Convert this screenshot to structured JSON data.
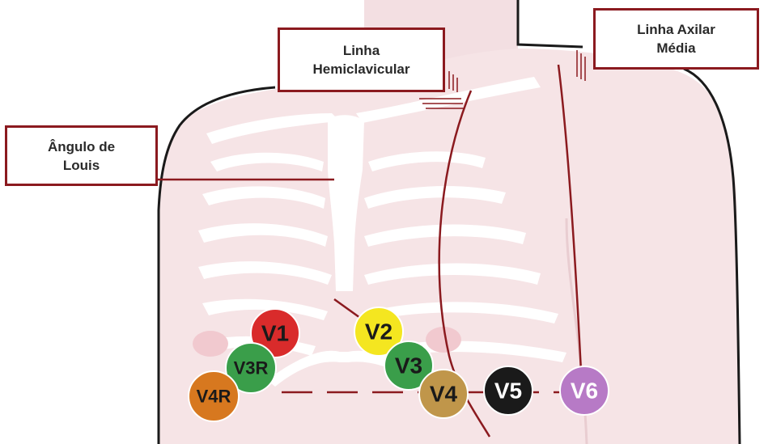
{
  "labels": {
    "hemiclavicular": {
      "line1": "Linha",
      "line2": "Hemiclavicular"
    },
    "axilar": {
      "line1": "Linha Axilar",
      "line2": "Média"
    },
    "louis": {
      "line1": "Ângulo de",
      "line2": "Louis"
    }
  },
  "electrodes": [
    {
      "id": "V1",
      "label": "V1",
      "color": "#d92b2b",
      "text_color": "#1a1a1a"
    },
    {
      "id": "V2",
      "label": "V2",
      "color": "#f4e620",
      "text_color": "#1a1a1a"
    },
    {
      "id": "V3",
      "label": "V3",
      "color": "#3a9e4a",
      "text_color": "#1a1a1a"
    },
    {
      "id": "V4",
      "label": "V4",
      "color": "#c0964a",
      "text_color": "#1a1a1a"
    },
    {
      "id": "V5",
      "label": "V5",
      "color": "#1a1a1a",
      "text_color": "#ffffff"
    },
    {
      "id": "V6",
      "label": "V6",
      "color": "#b77ac6",
      "text_color": "#ffffff"
    },
    {
      "id": "V3R",
      "label": "V3R",
      "color": "#3a9e4a",
      "text_color": "#1a1a1a"
    },
    {
      "id": "V4R",
      "label": "V4R",
      "color": "#d7781f",
      "text_color": "#1a1a1a"
    }
  ],
  "colors": {
    "line": "#8b1a1f",
    "skin": "#f6e4e6",
    "ribs": "#ffffff",
    "outline": "#1a1a1a"
  }
}
